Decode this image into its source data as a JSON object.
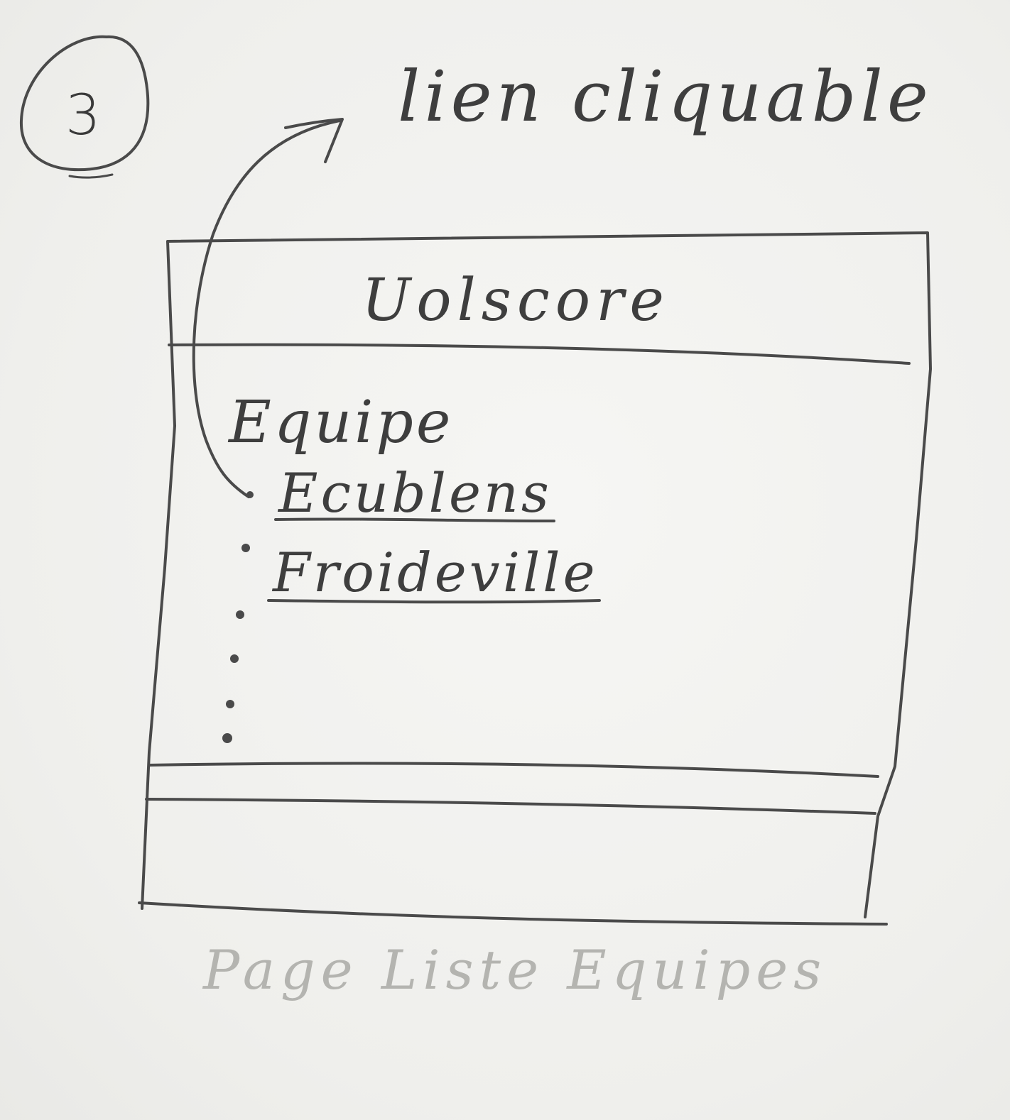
{
  "annotation": {
    "step_number": "3",
    "label": "lien cliquable"
  },
  "mockup": {
    "header_title": "Uolscore",
    "section_heading": "Equipe",
    "teams": [
      {
        "name": "Ecublens"
      },
      {
        "name": "Froideville"
      }
    ]
  },
  "caption": "Page Liste Equipes",
  "colors": {
    "pencil": "#3e3e3e",
    "caption_pencil": "#b4b4b0",
    "paper": "#f1f1ef"
  }
}
